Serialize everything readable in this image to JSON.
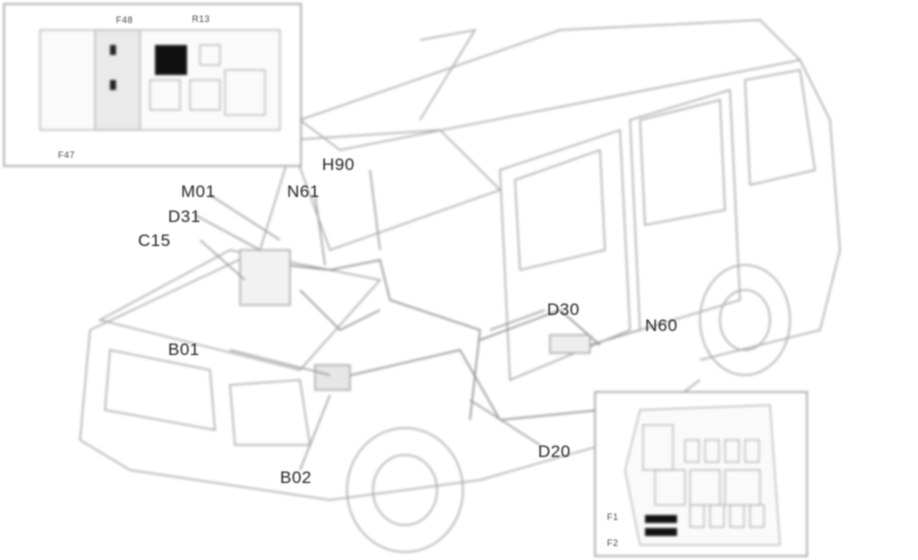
{
  "inset_top": {
    "labels": [
      "F48",
      "R13",
      "F47"
    ]
  },
  "callouts": [
    {
      "id": "M01",
      "text": "M01"
    },
    {
      "id": "N61",
      "text": "N61"
    },
    {
      "id": "H90",
      "text": "H90"
    },
    {
      "id": "D31",
      "text": "D31"
    },
    {
      "id": "C15",
      "text": "C15"
    },
    {
      "id": "D30",
      "text": "D30"
    },
    {
      "id": "N60",
      "text": "N60"
    },
    {
      "id": "B01",
      "text": "B01"
    },
    {
      "id": "D20",
      "text": "D20"
    },
    {
      "id": "B02",
      "text": "B02"
    }
  ],
  "inset_bottom": {
    "labels": [
      "F1",
      "F2"
    ]
  },
  "colors": {
    "line": "#9a9a9a",
    "label": "#222222",
    "fuse_highlight": "#111111"
  }
}
